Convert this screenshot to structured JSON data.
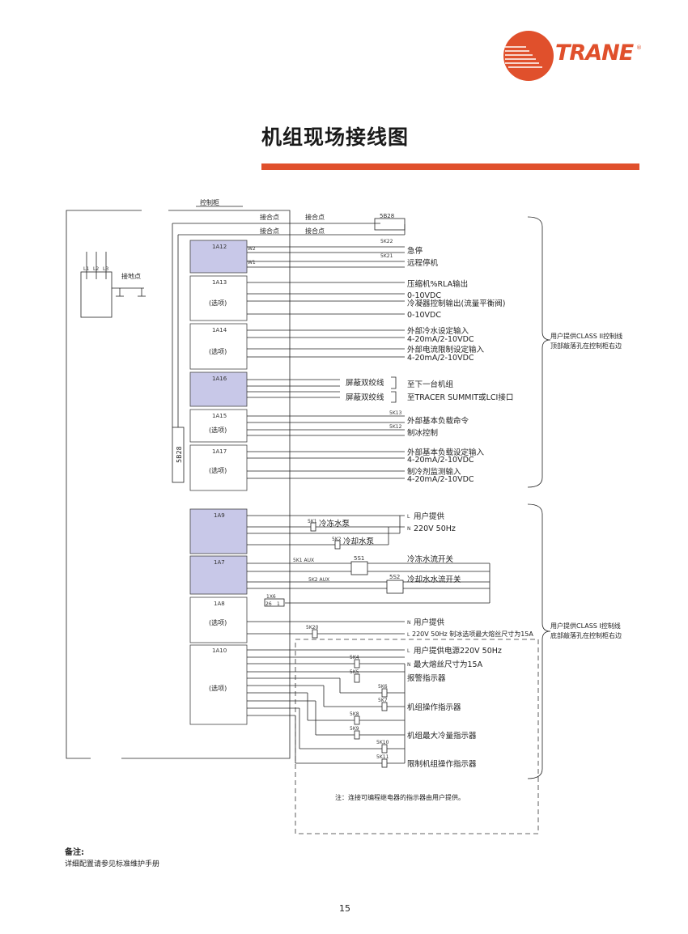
{
  "brand": {
    "logo_text": "TRANE",
    "registered_mark": "®"
  },
  "page": {
    "title": "机组现场接线图",
    "page_number": "15"
  },
  "notes": {
    "heading": "备注:",
    "body": "详细配置请参见标准维护手册"
  },
  "diagram": {
    "cabinet_label": "控制柜",
    "contact_point": "接合点",
    "ground_point": "接地点",
    "phase_labels": [
      "L1",
      "L2",
      "L3"
    ],
    "optional": "(选项)",
    "vertical_module": "5B28",
    "modules": [
      {
        "id": "1A12",
        "pins": [
          "W2",
          "W1"
        ]
      },
      {
        "id": "1A13",
        "optional": true
      },
      {
        "id": "1A14",
        "optional": true
      },
      {
        "id": "1A16"
      },
      {
        "id": "1A15",
        "optional": true
      },
      {
        "id": "1A17",
        "optional": true
      },
      {
        "id": "1A9"
      },
      {
        "id": "1A7"
      },
      {
        "id": "1A8",
        "optional": true
      },
      {
        "id": "1A10",
        "optional": true
      }
    ],
    "components": {
      "c5b28": "5B28",
      "k5k22": "5K22",
      "k5k21": "5K21",
      "k5k13": "5K13",
      "k5k12": "5K12",
      "k5k1": "5K1",
      "k5k2": "5K2",
      "s5s1": "5S1",
      "s5s2": "5S2",
      "k5k1aux": "5K1 AUX",
      "k5k2aux": "5K2 AUX",
      "x1x6": "1X6",
      "x1x6a": "26",
      "x1x6b": "1",
      "k5k20": "5K20",
      "k5k4": "5K4",
      "k5k5": "5K5",
      "k5k6": "5K6",
      "k5k7": "5K7",
      "k5k8": "5K8",
      "k5k9": "5K9",
      "k5k10": "5K10",
      "k5k11": "5K11"
    },
    "signals": {
      "estop": "急停",
      "remote_stop": "远程停机",
      "rla": "压缩机%RLA输出",
      "v010_a": "0-10VDC",
      "condenser": "冷凝器控制输出(流量平衡阀)",
      "v010_b": "0-10VDC",
      "chw_setpoint": "外部冷水设定输入",
      "ma_a": "4-20mA/2-10VDC",
      "current_limit": "外部电流限制设定输入",
      "ma_b": "4-20mA/2-10VDC",
      "twisted_a": "屏蔽双绞线",
      "twisted_b": "屏蔽双绞线",
      "next_unit": "至下一台机组",
      "tracer": "至TRACER SUMMIT或LCI接口",
      "base_load_cmd": "外部基本负载命令",
      "ice_control": "制冰控制",
      "base_load_set": "外部基本负载设定输入",
      "ma_c": "4-20mA/2-10VDC",
      "refrigerant": "制冷剂监测输入",
      "ma_d": "4-20mA/2-10VDC",
      "chw_pump": "冷冻水泵",
      "cw_pump": "冷却水泵",
      "user_supply_a": "用户提供",
      "v220_a": "220V 50Hz",
      "chw_flow": "冷冻水流开关",
      "cw_flow": "冷却水水流开关",
      "user_supply_b": "用户提供",
      "v220_b": "220V 50Hz  制冰选项最大熔丝尺寸为15A",
      "user_power": "用户提供电源220V 50Hz",
      "max_fuse": "最大熔丝尺寸为15A",
      "alarm": "报警指示器",
      "operating": "机组操作指示器",
      "max_capacity": "机组最大冷量指示器",
      "limit_op": "限制机组操作指示器",
      "L": "L",
      "N": "N"
    },
    "brackets": {
      "class2": [
        "用户提供CLASS II控制线",
        "顶部敲落孔在控制柜右边"
      ],
      "class1": [
        "用户提供CLASS I控制线",
        "底部敲落孔在控制柜右边"
      ]
    },
    "relay_note": "注：连接可编程继电器的指示器由用户提供。"
  },
  "colors": {
    "accent": "#e0502c",
    "module_fill": "#c8c8e8",
    "line": "#222222"
  }
}
